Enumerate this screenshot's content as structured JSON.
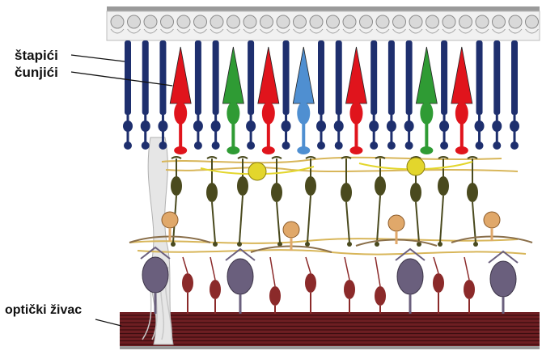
{
  "labels": {
    "rods": "štapići",
    "cones": "čunjići",
    "optic_nerve": "optički živac"
  },
  "colors": {
    "rod": "#1e2f6e",
    "cone_red": "#e0141c",
    "cone_green": "#2f9b34",
    "cone_blue": "#4f8fd1",
    "bipolar": "#4a4a1e",
    "horizontal": "#e3d62c",
    "ganglion": "#6a5f7d",
    "ganglion_small": "#8b2a2a",
    "amacrine": "#e0a86a",
    "nerve": "#6e1e22",
    "axon": "#d8b65a"
  },
  "photoreceptors": [
    {
      "kind": "rod"
    },
    {
      "kind": "rod"
    },
    {
      "kind": "rod"
    },
    {
      "kind": "cone",
      "color": "red"
    },
    {
      "kind": "rod"
    },
    {
      "kind": "rod"
    },
    {
      "kind": "cone",
      "color": "green"
    },
    {
      "kind": "rod"
    },
    {
      "kind": "cone",
      "color": "red"
    },
    {
      "kind": "rod"
    },
    {
      "kind": "cone",
      "color": "blue"
    },
    {
      "kind": "rod"
    },
    {
      "kind": "rod"
    },
    {
      "kind": "cone",
      "color": "red"
    },
    {
      "kind": "rod"
    },
    {
      "kind": "rod"
    },
    {
      "kind": "rod"
    },
    {
      "kind": "cone",
      "color": "green"
    },
    {
      "kind": "rod"
    },
    {
      "kind": "cone",
      "color": "red"
    },
    {
      "kind": "rod"
    },
    {
      "kind": "rod"
    },
    {
      "kind": "rod"
    }
  ]
}
